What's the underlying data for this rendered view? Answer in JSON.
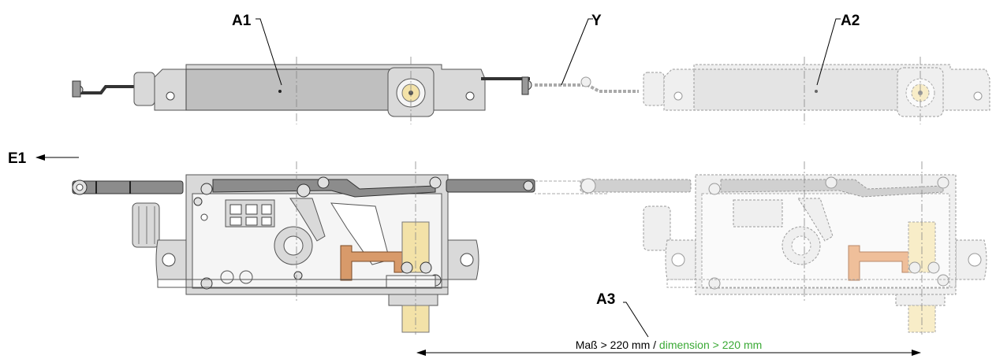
{
  "labels": {
    "a1": "A1",
    "a2": "A2",
    "a3": "A3",
    "y": "Y",
    "e1": "E1"
  },
  "dimension": {
    "text_de": "Maß > 220 mm",
    "separator": " / ",
    "text_en": "dimension > 220 mm",
    "en_color": "#3aa935"
  },
  "colors": {
    "housing": "#d9d9d9",
    "ghost_housing": "#efefef",
    "copper_contact": "#d89a6a",
    "plunger": "#f3e2a8",
    "lever": "#8c8c8c"
  }
}
